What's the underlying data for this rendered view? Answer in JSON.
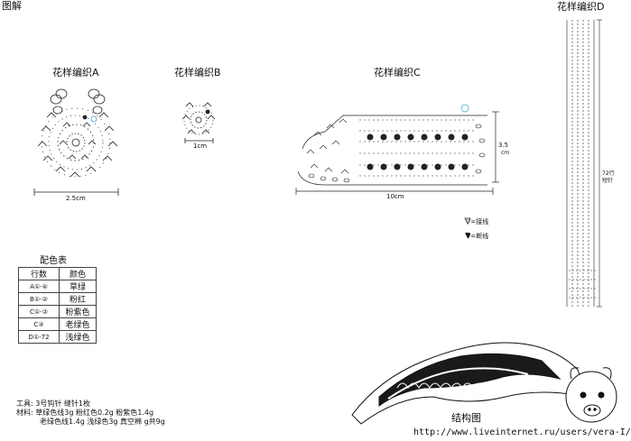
{
  "page_title": "图解",
  "diagrams": {
    "a": {
      "title": "花样编织A",
      "width_label": "2.5cm"
    },
    "b": {
      "title": "花样编织B",
      "width_label": "1cm"
    },
    "c": {
      "title": "花样编织C",
      "width_label": "10cm",
      "height_label": "3.5",
      "height_unit": "cm"
    },
    "d": {
      "title": "花样编织D",
      "rows_label": "72行",
      "stitch_label": "短针"
    }
  },
  "legend": {
    "join": "▽=接线",
    "cut": "▼=断线"
  },
  "color_table": {
    "title": "配色表",
    "headers": [
      "行数",
      "颜色"
    ],
    "rows": [
      [
        "A①-④",
        "草绿"
      ],
      [
        "B①-②",
        "粉红"
      ],
      [
        "C①-②",
        "粉紫色"
      ],
      [
        "C③",
        "老绿色"
      ],
      [
        "D①-72",
        "浅绿色"
      ]
    ]
  },
  "tools": "工具: 3号钩针 缝针1枚",
  "materials_line1": "材料: 草绿色线3g 粉红色0.2g 粉紫色1.4g",
  "materials_line2": "老绿色线1.4g 浅绿色3g 真空棉 g共9g",
  "structure_title": "结构图",
  "watermark": "http://www.liveinternet.ru/users/vera-I/"
}
